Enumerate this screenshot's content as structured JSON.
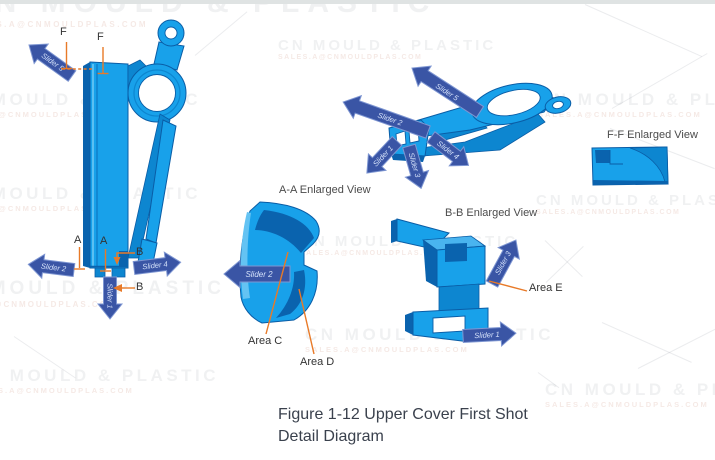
{
  "watermark": {
    "company": "CN MOULD & PLASTIC",
    "email": "SALES.A@CNMOULDPLAS.COM"
  },
  "section_labels": {
    "f": "F",
    "a": "A",
    "b": "B"
  },
  "sliders": {
    "s1": "Slider 1",
    "s2": "Slider 2",
    "s3": "Slider 3",
    "s4": "Slider 4",
    "s5": "Slider 5"
  },
  "views": {
    "aa_title": "A-A Enlarged View",
    "bb_title": "B-B Enlarged View",
    "ff_title": "F-F Enlarged View"
  },
  "areas": {
    "c": "Area C",
    "d": "Area D",
    "e": "Area E"
  },
  "caption": {
    "line1": "Figure 1-12 Upper Cover First Shot",
    "line2": "Detail Diagram"
  },
  "colors": {
    "part_blue": "#18a1ea",
    "part_shadow": "#0a63ae",
    "slider_arrow_blue": "#3a55a5",
    "leader_orange": "#e87a28"
  }
}
